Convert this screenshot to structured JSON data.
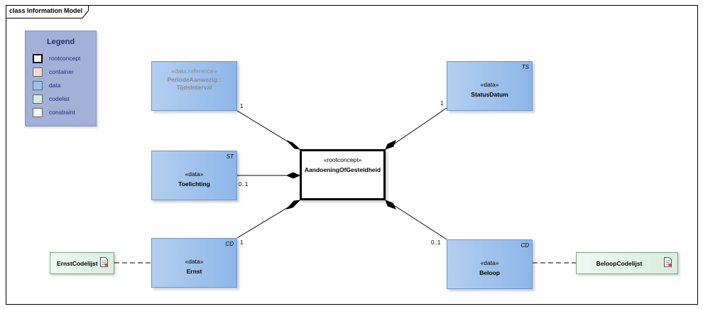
{
  "diagram": {
    "frame_title": "class Information Model"
  },
  "legend": {
    "title": "Legend",
    "items": [
      {
        "label": "rootconcept",
        "color": "#ffffff",
        "border": "#000000"
      },
      {
        "label": "container",
        "color": "#f4ddd0",
        "border": "#888888"
      },
      {
        "label": "data",
        "color": "#9cc3ee",
        "border": "#666666"
      },
      {
        "label": "codelist",
        "color": "#d2eedc",
        "border": "#666666"
      },
      {
        "label": "constraint",
        "color": "#f7f7fb",
        "border": "#666666"
      }
    ]
  },
  "root": {
    "stereotype": "«rootconcept»",
    "name": "AandoeningOfGesteldheid"
  },
  "nodes": {
    "periode": {
      "stereotype": "«data,reference»",
      "name": "PeriodeAanwezig::\nTijdsInterval",
      "tag": ""
    },
    "status": {
      "stereotype": "«data»",
      "name": "StatusDatum",
      "tag": "TS"
    },
    "toelichting": {
      "stereotype": "«data»",
      "name": "Toelichting",
      "tag": "ST"
    },
    "ernst": {
      "stereotype": "«data»",
      "name": "Ernst",
      "tag": "CD"
    },
    "beloop": {
      "stereotype": "«data»",
      "name": "Beloop",
      "tag": "CD"
    }
  },
  "codelists": {
    "ernst": {
      "name": "ErnstCodelijst"
    },
    "beloop": {
      "name": "BeloopCodelijst"
    }
  },
  "multiplicities": {
    "periode": "1",
    "status": "1",
    "toelichting": "0..1",
    "ernst": "1",
    "beloop": "0..1"
  },
  "colors": {
    "data_fill": "#9cc3ee",
    "codelist_fill": "#d8eedf",
    "legend_fill": "#a3b1d9",
    "legend_text": "#1f3170"
  },
  "icons": {
    "codelist_icon": "document-icon"
  }
}
